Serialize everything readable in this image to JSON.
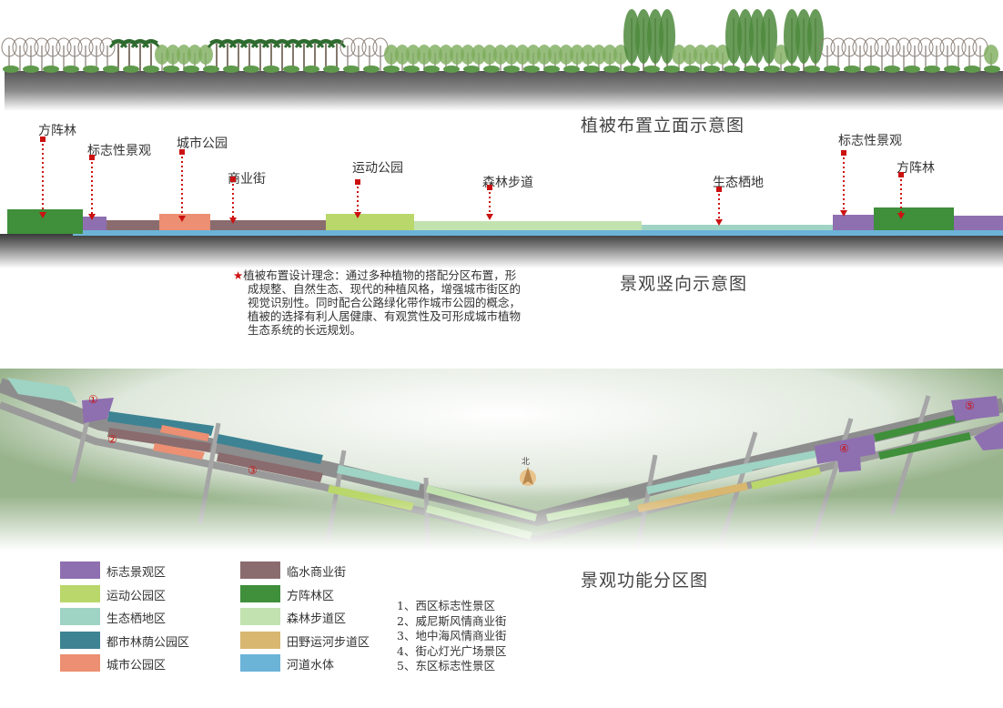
{
  "colors": {
    "landmark": "#8e6fb0",
    "sports_park": "#b9d76a",
    "habitat": "#9fd3c4",
    "urban_forest": "#3d8394",
    "city_park": "#ec8f72",
    "waterfront_street": "#8a6c6e",
    "square_forest": "#3f8f3b",
    "forest_walk": "#c2e2b0",
    "field_river_walk": "#d8b770",
    "river": "#6cb3d8",
    "marker": "#cc1111"
  },
  "elevation": {
    "title": "植被布置立面示意图"
  },
  "section": {
    "title": "景观竖向示意图",
    "labels": [
      {
        "id": "square-forest-left",
        "text": "方阵林"
      },
      {
        "id": "landmark-left",
        "text": "标志性景观"
      },
      {
        "id": "city-park",
        "text": "城市公园"
      },
      {
        "id": "commercial-street",
        "text": "商业街"
      },
      {
        "id": "sports-park",
        "text": "运动公园"
      },
      {
        "id": "forest-walk",
        "text": "森林步道"
      },
      {
        "id": "eco-habitat",
        "text": "生态栖地"
      },
      {
        "id": "landmark-right",
        "text": "标志性景观"
      },
      {
        "id": "square-forest-right",
        "text": "方阵林"
      }
    ]
  },
  "concept": {
    "star": "★",
    "lines": [
      "植被布置设计理念：通过多种植物的搭配分区布置，形",
      "成规整、自然生态、现代的种植风格，增强城市街区的",
      "视觉识别性。同时配合公路绿化带作城市公园的概念，",
      "植被的选择有利人居健康、有观赏性及可形成城市植物",
      "生态系统的长远规划。"
    ]
  },
  "plan": {
    "north_label": "北",
    "markers": [
      "①",
      "②",
      "③",
      "④",
      "⑤"
    ]
  },
  "zoning": {
    "title": "景观功能分区图",
    "legend_left": [
      {
        "label": "标志景观区",
        "color": "#8e6fb0"
      },
      {
        "label": "运动公园区",
        "color": "#b9d76a"
      },
      {
        "label": "生态栖地区",
        "color": "#9fd3c4"
      },
      {
        "label": "都市林荫公园区",
        "color": "#3d8394"
      },
      {
        "label": "城市公园区",
        "color": "#ec8f72"
      }
    ],
    "legend_right": [
      {
        "label": "临水商业街",
        "color": "#8a6c6e"
      },
      {
        "label": "方阵林区",
        "color": "#3f8f3b"
      },
      {
        "label": "森林步道区",
        "color": "#c2e2b0"
      },
      {
        "label": "田野运河步道区",
        "color": "#d8b770"
      },
      {
        "label": "河道水体",
        "color": "#6cb3d8"
      }
    ],
    "zones": [
      "1、西区标志性景区",
      "2、威尼斯风情商业街",
      "3、地中海风情商业街",
      "4、街心灯光广场景区",
      "5、东区标志性景区"
    ]
  }
}
